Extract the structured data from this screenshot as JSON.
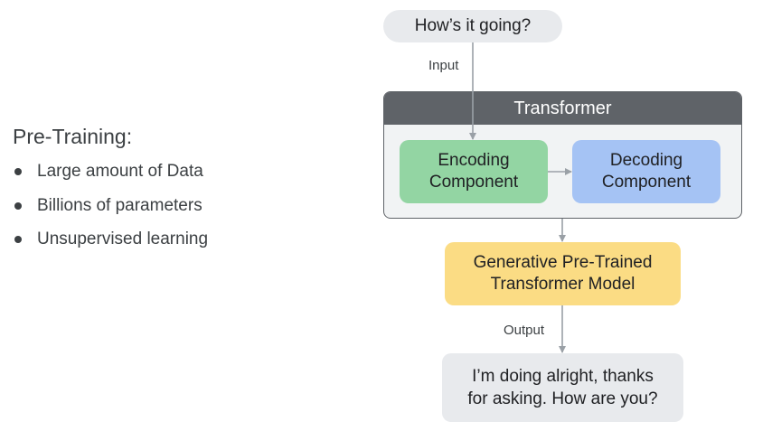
{
  "left_panel": {
    "title": "Pre-Training:",
    "bullets": [
      "Large amount of Data",
      "Billions of parameters",
      "Unsupervised learning"
    ]
  },
  "diagram": {
    "input_bubble": "How’s it going?",
    "input_label": "Input",
    "transformer_title": "Transformer",
    "encoding": {
      "line1": "Encoding",
      "line2": "Component"
    },
    "decoding": {
      "line1": "Decoding",
      "line2": "Component"
    },
    "gpt_model": {
      "line1": "Generative Pre-Trained",
      "line2": "Transformer Model"
    },
    "output_label": "Output",
    "response": {
      "line1": "I’m doing alright, thanks",
      "line2": "for asking. How are you?"
    }
  },
  "colors": {
    "header": "#5f6368",
    "encoding": "#93d5a3",
    "decoding": "#a5c3f4",
    "gpt": "#fbdc84",
    "bubble": "#e8eaed",
    "arrow": "#9aa0a6"
  }
}
